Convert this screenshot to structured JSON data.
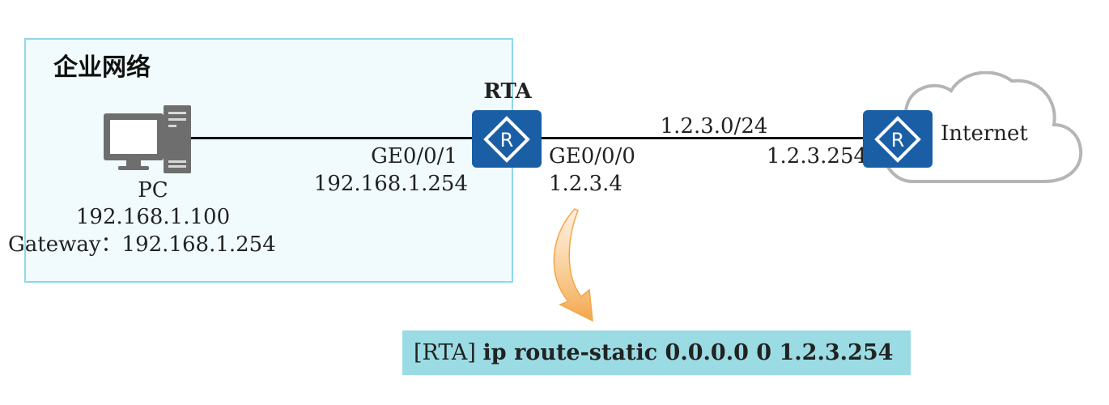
{
  "enterprise": {
    "title": "企业网络"
  },
  "pc": {
    "name": "PC",
    "ip": "192.168.1.100",
    "gateway": "Gateway：192.168.1.254"
  },
  "rta": {
    "name": "RTA",
    "left_if": "GE0/0/1",
    "left_ip": "192.168.1.254",
    "right_if": "GE0/0/0",
    "right_ip": "1.2.3.4"
  },
  "wan": {
    "network": "1.2.3.0/24",
    "peer_ip": "1.2.3.254"
  },
  "internet": {
    "label": "Internet"
  },
  "command": {
    "prompt": "[RTA]",
    "text": "ip route-static 0.0.0.0 0 1.2.3.254"
  },
  "colors": {
    "router": "#1a5ea5",
    "enterprise_fill": "#f1fbfd",
    "enterprise_border": "#8fd7e8",
    "command_bg": "#9bdbe3",
    "arrow": "#f3a64a",
    "cloud_stroke": "#b5b5b5",
    "pc": "#6e6e6e"
  },
  "icons": [
    "pc-icon",
    "router-icon",
    "cloud-icon",
    "arrow-icon"
  ]
}
